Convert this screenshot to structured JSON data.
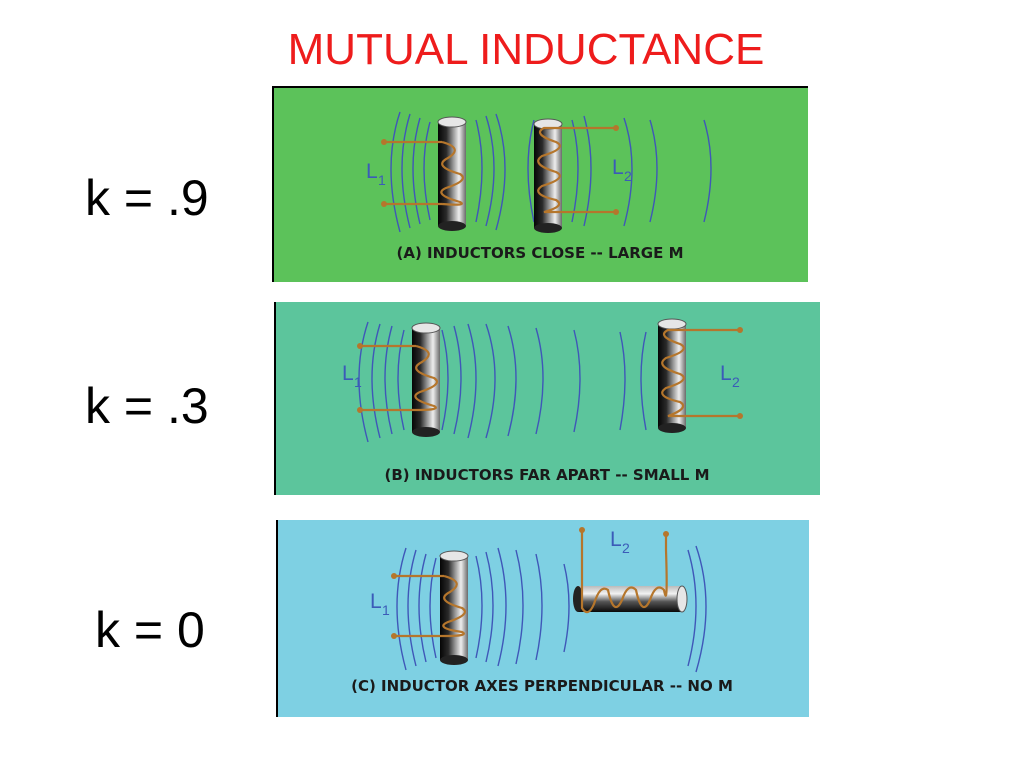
{
  "title": "MUTUAL INDUCTANCE",
  "rows": [
    {
      "k_label": "k = .9",
      "caption": "(A)  INDUCTORS CLOSE  --  LARGE  M",
      "l1": "L",
      "l1_sub": "1",
      "l2": "L",
      "l2_sub": "2",
      "background": "#5cc25a"
    },
    {
      "k_label": "k = .3",
      "caption": "(B)  INDUCTORS FAR APART  --  SMALL  M",
      "l1": "L",
      "l1_sub": "1",
      "l2": "L",
      "l2_sub": "2",
      "background": "#5cc59c"
    },
    {
      "k_label": "k = 0",
      "caption": "(C)  INDUCTOR AXES PERPENDICULAR  --  NO  M",
      "l1": "L",
      "l1_sub": "1",
      "l2": "L",
      "l2_sub": "2",
      "background": "#7ed0e3"
    }
  ],
  "colors": {
    "title": "#ee1c1c",
    "field_lines": "#3f57b8",
    "coil_wire": "#b5762c",
    "labels": "#3b5bb8"
  }
}
